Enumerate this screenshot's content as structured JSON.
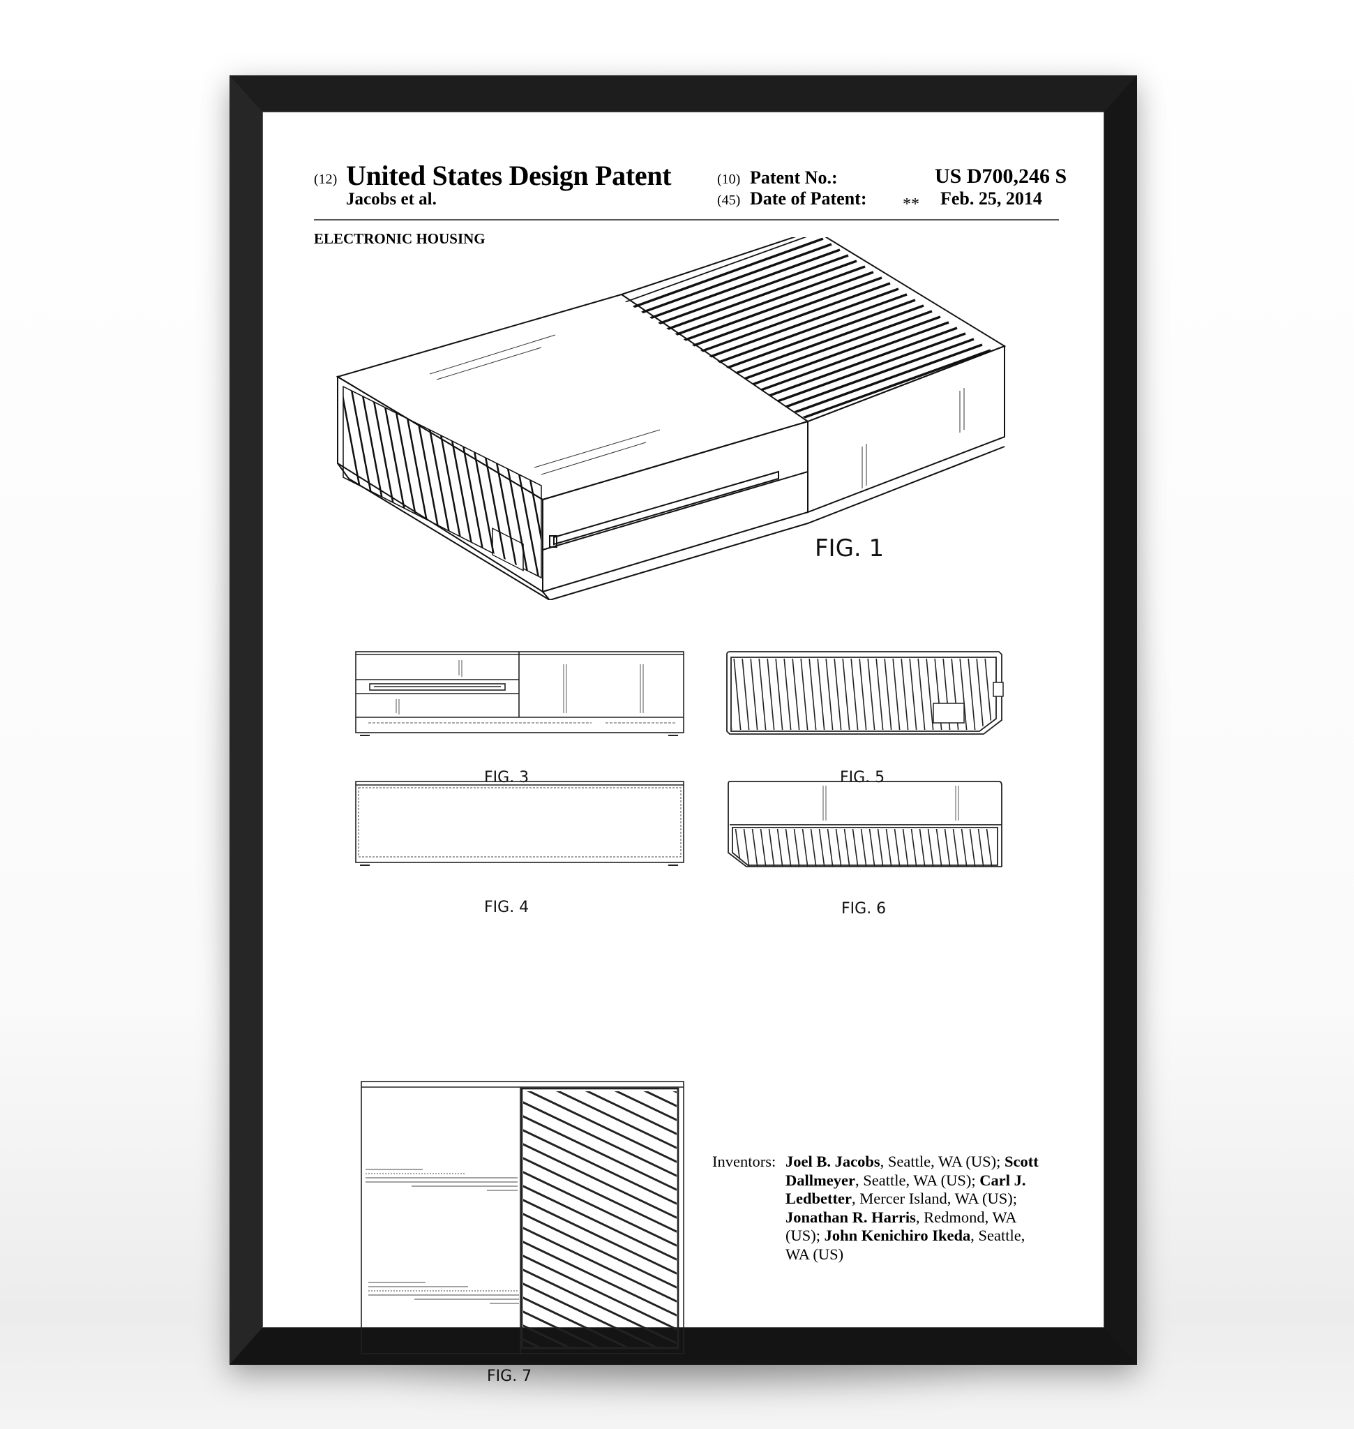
{
  "poster": {
    "frame_color": "#1a1a1a",
    "mat_color": "#ffffff"
  },
  "header": {
    "code_12": "(12)",
    "title": "United States Design Patent",
    "applicant": "Jacobs et al.",
    "code_10": "(10)",
    "patent_no_label": "Patent No.:",
    "patent_no": "US D700,246 S",
    "code_45": "(45)",
    "date_label": "Date of Patent:",
    "date_marker": "**",
    "date": "Feb. 25, 2014"
  },
  "section_title": "ELECTRONIC HOUSING",
  "figures": {
    "fig1": "FIG. 1",
    "fig3": "FIG. 3",
    "fig4": "FIG. 4",
    "fig5": "FIG. 5",
    "fig6": "FIG. 6",
    "fig7": "FIG. 7"
  },
  "inventors": {
    "label": "Inventors:",
    "list": [
      {
        "name": "Joel B. Jacobs",
        "location": "Seattle, WA (US)"
      },
      {
        "name": "Scott Dallmeyer",
        "location": "Seattle, WA (US)"
      },
      {
        "name": "Carl J. Ledbetter",
        "location": "Mercer Island, WA (US)"
      },
      {
        "name": "Jonathan R. Harris",
        "location": "Redmond, WA (US)"
      },
      {
        "name": "John Kenichiro Ikeda",
        "location": "Seattle, WA (US)"
      }
    ],
    "line1_name": "Joel B. Jacobs",
    "line1_rest": ", Seattle, WA (US); ",
    "line1_name2": "Scott",
    "line2_name": "Dallmeyer",
    "line2_rest": ", Seattle, WA (US); ",
    "line2_name2": "Carl J.",
    "line3_name": "Ledbetter",
    "line3_rest": ", Mercer Island, WA (US);",
    "line4_name": "Jonathan R. Harris",
    "line4_rest": ", Redmond, WA",
    "line5_pre": "(US); ",
    "line5_name": "John Kenichiro Ikeda",
    "line5_rest": ", Seattle,",
    "line6": "WA (US)"
  }
}
